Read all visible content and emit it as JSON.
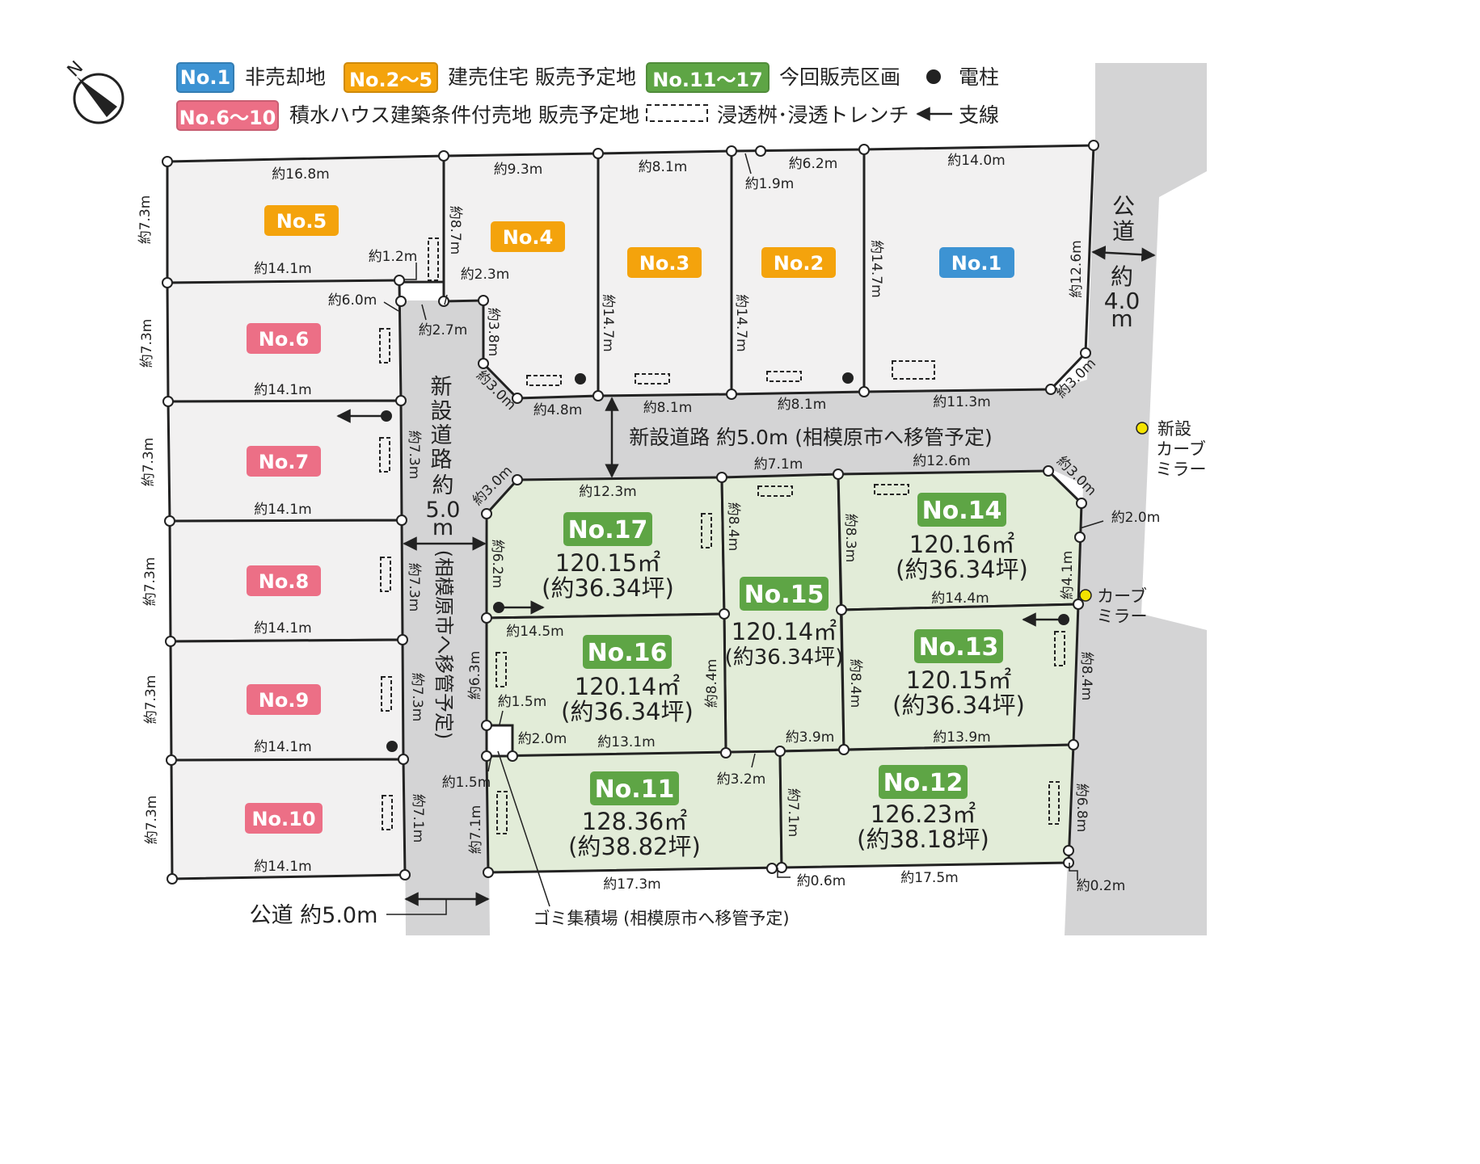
{
  "colors": {
    "blue": "#3d93d3",
    "orange": "#f4a30c",
    "green": "#5ea545",
    "pink": "#ec6f86",
    "lot_fill": "#f2f1f1",
    "sale_fill": "#e2ecd8",
    "road": "#d4d4d5",
    "yellow": "#f4e300"
  },
  "compass": {
    "label": "N",
    "icon": "north-arrow-icon"
  },
  "legend": {
    "no1_badge": "No.1",
    "no1_text": "非売却地",
    "no25_badge": "No.2～5",
    "no25_text": "建売住宅 販売予定地",
    "no1117_badge": "No.11～17",
    "no1117_text": "今回販売区画",
    "pole_text": "電柱",
    "no610_badge": "No.6～10",
    "no610_text": "積水ハウス建築条件付売地 販売予定地",
    "trench_text": "浸透桝･浸透トレンチ",
    "branch_text": "支線"
  },
  "lots": {
    "no1": "No.1",
    "no2": "No.2",
    "no3": "No.3",
    "no4": "No.4",
    "no5": "No.5",
    "no6": "No.6",
    "no7": "No.7",
    "no8": "No.8",
    "no9": "No.9",
    "no10": "No.10",
    "no11": "No.11",
    "no12": "No.12",
    "no13": "No.13",
    "no14": "No.14",
    "no15": "No.15",
    "no16": "No.16",
    "no17": "No.17"
  },
  "areas": {
    "no11_m2": "128.36㎡",
    "no11_tsubo": "(約38.82坪)",
    "no12_m2": "126.23㎡",
    "no12_tsubo": "(約38.18坪)",
    "no13_m2": "120.15㎡",
    "no13_tsubo": "(約36.34坪)",
    "no14_m2": "120.16㎡",
    "no14_tsubo": "(約36.34坪)",
    "no15_m2": "120.14㎡",
    "no15_tsubo": "(約36.34坪)",
    "no16_m2": "120.14㎡",
    "no16_tsubo": "(約36.34坪)",
    "no17_m2": "120.15㎡",
    "no17_tsubo": "(約36.34坪)"
  },
  "roads": {
    "public_right_1": "公",
    "public_right_2": "道",
    "public_right_w1": "約",
    "public_right_w2": "4.0",
    "public_right_w3": "m",
    "new_road_h": "新設道路 約5.0m (相模原市へ移管予定)",
    "new_road_v_1": "新",
    "new_road_v_2": "設",
    "new_road_v_3": "道",
    "new_road_v_4": "路",
    "new_road_v_5": "約",
    "new_road_v_6": "5.0",
    "new_road_v_7": "m",
    "new_road_v_note": "(相模原市へ移管予定)",
    "public_bottom": "公道 約5.0m",
    "garbage": "ゴミ集積場 (相模原市へ移管予定)",
    "new_mirror_1": "新設",
    "new_mirror_2": "カーブ",
    "new_mirror_3": "ミラー",
    "mirror_1": "カーブ",
    "mirror_2": "ミラー"
  },
  "dims": {
    "d01": "約16.8m",
    "d02": "約9.3m",
    "d03": "約8.1m",
    "d04": "約6.2m",
    "d05": "約14.0m",
    "d06": "約1.9m",
    "d07": "約7.3m",
    "d08": "約8.7m",
    "d09": "約1.2m",
    "d10": "約14.1m",
    "d11": "約2.3m",
    "d12": "約14.7m",
    "d13": "約14.7m",
    "d14": "約14.7m",
    "d15": "約12.6m",
    "d16": "約6.0m",
    "d17": "約2.7m",
    "d18": "約3.8m",
    "d19": "約7.3m",
    "d20": "約3.0m",
    "d21": "約4.8m",
    "d22": "約8.1m",
    "d23": "約8.1m",
    "d24": "約11.3m",
    "d25": "約3.0m",
    "d26": "約14.1m",
    "d27": "約7.3m",
    "d28": "約7.3m",
    "d29": "約7.1m",
    "d30": "約12.6m",
    "d31": "約3.0m",
    "d32": "約3.0m",
    "d33": "約12.3m",
    "d34": "約8.4m",
    "d35": "約8.3m",
    "d36": "約2.0m",
    "d37": "約14.1m",
    "d38": "約7.3m",
    "d39": "約6.2m",
    "d40": "約4.1m",
    "d41": "約14.4m",
    "d42": "約7.3m",
    "d43": "約14.5m",
    "d44": "約14.1m",
    "d45": "約7.3m",
    "d46": "約6.3m",
    "d47": "約8.4m",
    "d48": "約8.4m",
    "d49": "約8.4m",
    "d50": "約1.5m",
    "d51": "約2.0m",
    "d52": "約13.1m",
    "d53": "約3.9m",
    "d54": "約13.9m",
    "d55": "約14.1m",
    "d56": "約7.3m",
    "d57": "約1.5m",
    "d58": "約3.2m",
    "d59": "約7.1m",
    "d60": "約7.3m",
    "d61": "約7.1m",
    "d62": "約7.1m",
    "d63": "約6.8m",
    "d64": "約14.1m",
    "d65": "約17.3m",
    "d66": "約0.6m",
    "d67": "約17.5m",
    "d68": "約0.2m"
  }
}
